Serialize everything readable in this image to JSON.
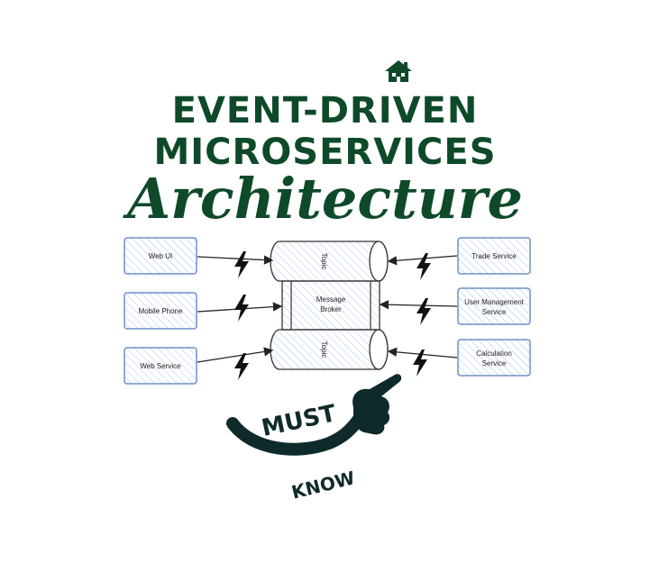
{
  "title": {
    "line1": "EVENT-DRIVEN",
    "line2": "MICROSERVICES",
    "line3": "Architecture"
  },
  "diagram": {
    "producers": [
      "Web UI",
      "Mobile Phone",
      "Web Service"
    ],
    "topic_top": "Topic",
    "broker_line1": "Message",
    "broker_line2": "Broker",
    "topic_bottom": "Topic",
    "consumers": [
      {
        "line1": "Trade Service",
        "line2": ""
      },
      {
        "line1": "User Management",
        "line2": "Service"
      },
      {
        "line1": "Calculation",
        "line2": "Service"
      }
    ]
  },
  "callout": {
    "word1": "MUST",
    "word2": "KNOW"
  },
  "colors": {
    "title": "#0e4a2a",
    "box_border": "#6f8fc9",
    "hatch": "#a9c4ee",
    "hand": "#0f2a2a"
  },
  "icons": [
    "home-icon",
    "lightning-icon",
    "pointing-hand-icon"
  ]
}
